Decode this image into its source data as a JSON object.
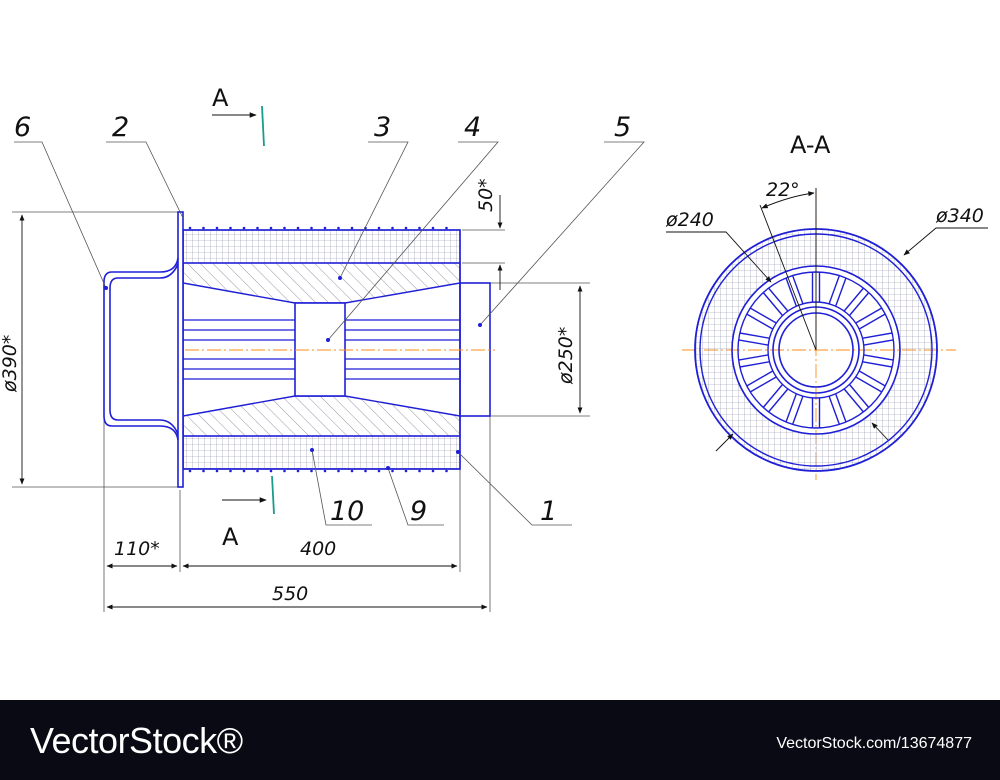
{
  "section_marks": {
    "top": "A",
    "bottom": "A"
  },
  "section_title": "A-A",
  "part_numbers": [
    "6",
    "2",
    "3",
    "4",
    "5",
    "10",
    "9",
    "1"
  ],
  "dimensions": {
    "d390": "ø390*",
    "d250": "ø250*",
    "d50": "50*",
    "d110": "110*",
    "d400": "400",
    "d550": "550",
    "angle": "22°",
    "d240": "ø240",
    "d340": "ø340"
  },
  "colors": {
    "line": "#1f1fd6",
    "centerline": "#ff8c1a",
    "section_mark": "#1a9c8c",
    "footer": "#0a0a14"
  },
  "footer": {
    "brand": "VectorStock®",
    "credit": "VectorStock.com/13674877"
  }
}
